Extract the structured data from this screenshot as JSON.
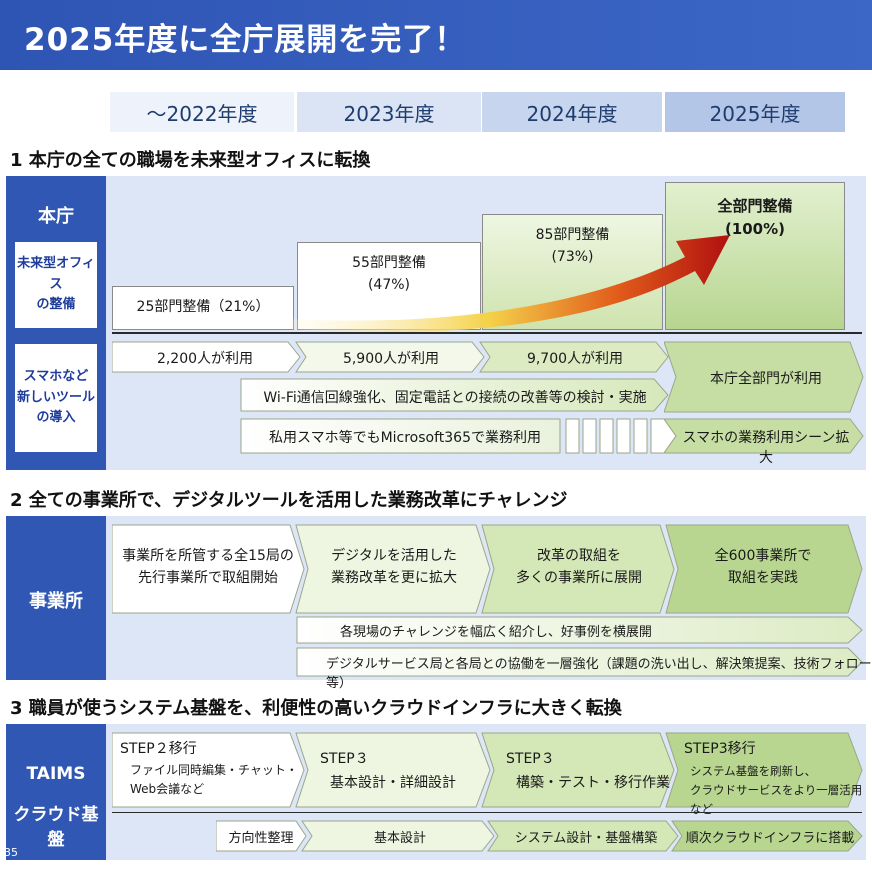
{
  "header": {
    "title": "2025年度に全庁展開を完了！"
  },
  "years": [
    "～2022年度",
    "2023年度",
    "2024年度",
    "2025年度"
  ],
  "section1": {
    "title": "1  本庁の全ての職場を未来型オフィスに転換",
    "side_label": "本庁",
    "sub1": "未来型オフィス\nの整備",
    "sub2": "スマホなど\n新しいツール\nの導入",
    "bars": [
      "25部門整備（21%）",
      "55部門整備\n(47%)",
      "85部門整備\n(73%)",
      "全部門整備\n(100%)"
    ],
    "users": [
      "2,200人が利用",
      "5,900人が利用",
      "9,700人が利用",
      "本庁全部門が利用"
    ],
    "wifi": "Wi-Fi通信回線強化、固定電話との接続の改善等の検討・実施",
    "ms365": "私用スマホ等でもMicrosoft365で業務利用",
    "smartphone": "スマホの業務利用シーン拡大"
  },
  "section2": {
    "title": "2  全ての事業所で、デジタルツールを活用した業務改革にチャレンジ",
    "side_label": "事業所",
    "steps": [
      "事業所を所管する全15局の\n先行事業所で取組開始",
      "デジタルを活用した\n業務改革を更に拡大",
      "改革の取組を\n多くの事業所に展開",
      "全600事業所で\n取組を実践"
    ],
    "row1": "各現場のチャレンジを幅広く紹介し、好事例を横展開",
    "row2": "デジタルサービス局と各局との協働を一層強化（課題の洗い出し、解決策提案、技術フォロー等）"
  },
  "section3": {
    "title": "3  職員が使うシステム基盤を、利便性の高いクラウドインフラに大きく転換",
    "side_label_1": "TAIMS",
    "side_label_2": "クラウド基盤",
    "steps": [
      {
        "head": "STEP２移行",
        "body": "ファイル同時編集・チャット・\nWeb会議など"
      },
      {
        "head": "STEP３",
        "body": "基本設計・詳細設計"
      },
      {
        "head": "STEP３",
        "body": "構築・テスト・移行作業"
      },
      {
        "head": "STEP3移行",
        "body": "システム基盤を刷新し、\nクラウドサービスをより一層活用など"
      }
    ],
    "lower": [
      "方向性整理",
      "基本設計",
      "システム設計・基盤構築",
      "順次クラウドインフラに搭載"
    ]
  },
  "page_number": "35",
  "colors": {
    "header": "#2f55b4",
    "side": "#2f57b3",
    "panel": "#dde6f6",
    "green_dark": "#b7d590",
    "arrow_red": "#b01010",
    "arrow_yellow": "#f5d24a"
  }
}
